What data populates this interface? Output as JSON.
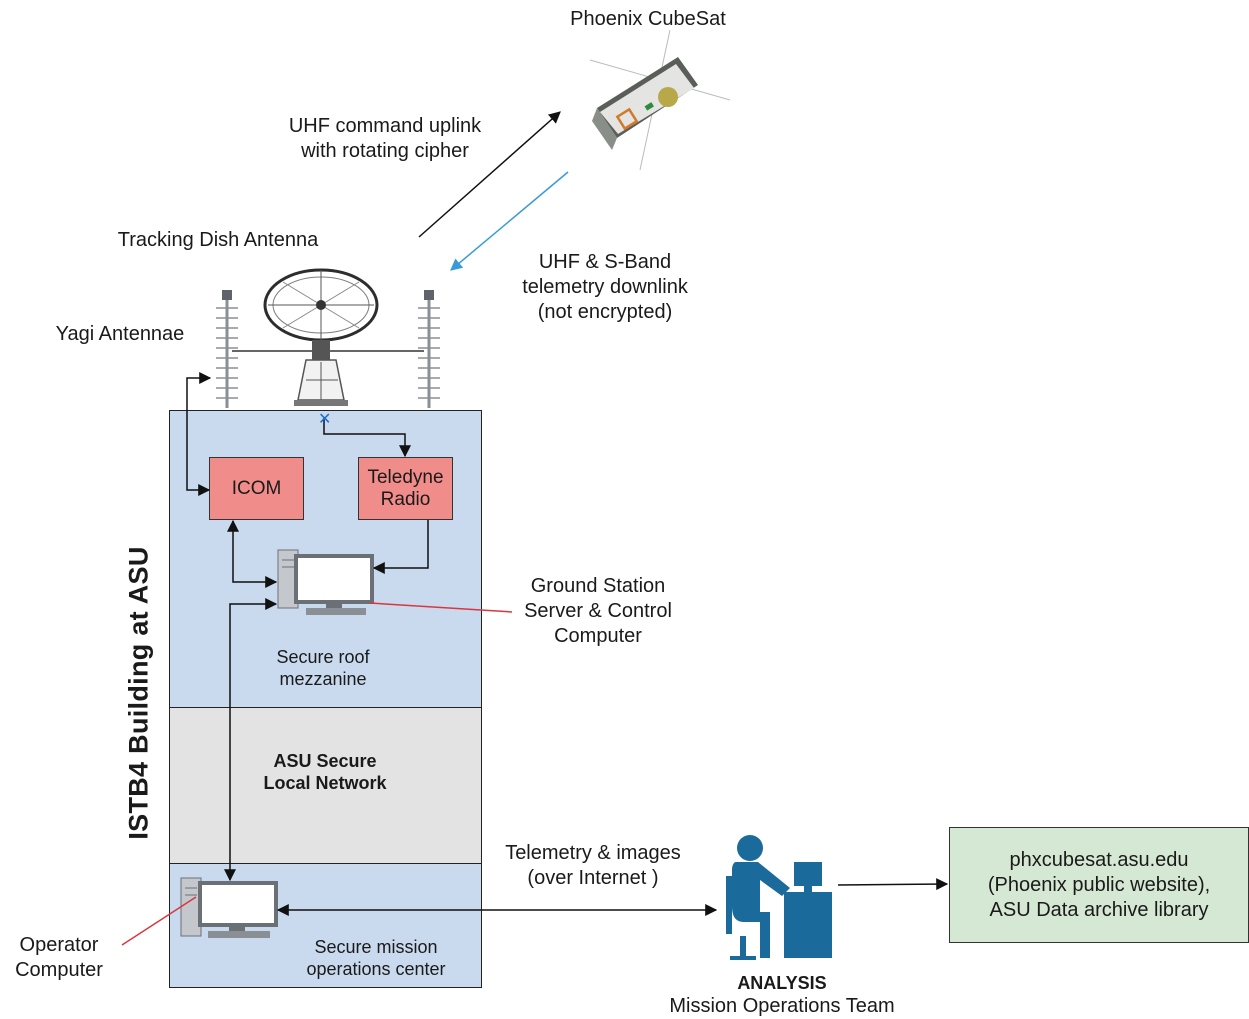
{
  "labels": {
    "satellite": "Phoenix CubeSat",
    "uplink": [
      "UHF command uplink",
      "with rotating cipher"
    ],
    "downlink": [
      "UHF & S-Band",
      "telemetry downlink",
      "(not encrypted)"
    ],
    "dish": "Tracking Dish Antenna",
    "yagi": "Yagi Antennae",
    "building": "ISTB4 Building at ASU",
    "icom": "ICOM",
    "teledyne": [
      "Teledyne",
      "Radio"
    ],
    "ground_station": [
      "Ground Station",
      "Server & Control",
      "Computer"
    ],
    "roof": [
      "Secure roof",
      "mezzanine"
    ],
    "network": [
      "ASU Secure",
      "Local Network"
    ],
    "mission_center": [
      "Secure mission",
      "operations center"
    ],
    "operator": [
      "Operator",
      "Computer"
    ],
    "telemetry": [
      "Telemetry & images",
      "(over Internet )"
    ],
    "analysis": "ANALYSIS",
    "team": "Mission Operations Team",
    "website": [
      "phxcubesat.asu.edu",
      "(Phoenix public website),",
      "ASU Data archive library"
    ]
  },
  "colors": {
    "region": "#c9d9ee",
    "network": "#e3e3e3",
    "radio": "#f08c8a",
    "website": "#d5e8d4",
    "analyst": "#1b6a9c",
    "downlink_arrow": "#3a9ad9",
    "pointer_line": "#d9363e"
  },
  "icons": [
    "cubesat-icon",
    "dish-antenna-icon",
    "yagi-antenna-icon",
    "computer-icon",
    "analyst-icon"
  ]
}
